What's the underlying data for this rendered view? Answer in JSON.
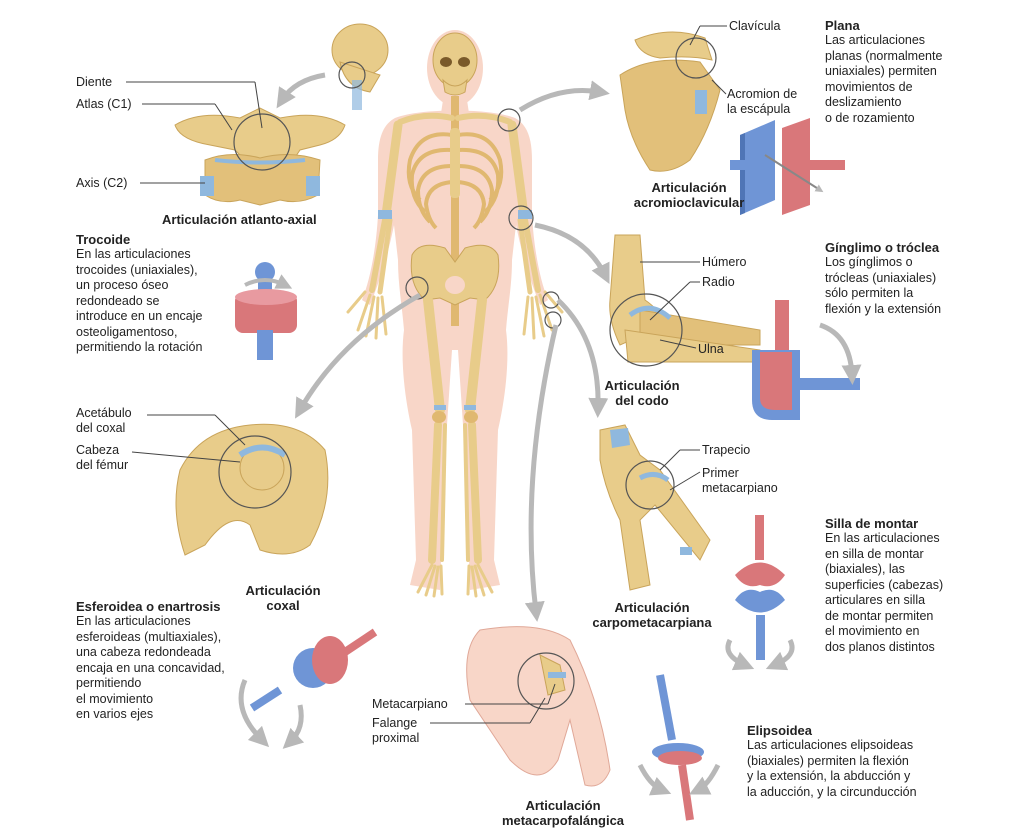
{
  "labels": {
    "diente": "Diente",
    "atlas": "Atlas (C1)",
    "axis": "Axis (C2)",
    "clavicula": "Clavícula",
    "acromion": "Acromion de\nla escápula",
    "humero": "Húmero",
    "radio": "Radio",
    "ulna": "Ulna",
    "trapecio": "Trapecio",
    "primer_metacarpiano": "Primer\nmetacarpiano",
    "acetabulo": "Acetábulo\ndel coxal",
    "cabeza_femur": "Cabeza\ndel fémur",
    "metacarpiano": "Metacarpiano",
    "falange_proximal": "Falange\nproximal"
  },
  "captions": {
    "atlanto_axial": "Articulación atlanto-axial",
    "acromioclavicular": "Articulación\nacromioclavicular",
    "codo": "Articulación\ndel codo",
    "carpometacarpiana": "Articulación\ncarpometacarpiana",
    "coxal": "Articulación\ncoxal",
    "metacarpofalangica": "Articulación\nmetacarpofalángica"
  },
  "joint_types": {
    "plana": {
      "title": "Plana",
      "text": "Las articulaciones\nplanas (normalmente\nuniaxiales) permiten\nmovimientos de\ndeslizamiento\no de rozamiento"
    },
    "trocoide": {
      "title": "Trocoide",
      "text": "En las articulaciones\ntrocoides (uniaxiales),\nun proceso óseo\nredondeado se\nintroduce en un encaje\nosteoligamentoso,\npermitiendo la rotación"
    },
    "ginglimo": {
      "title": "Gínglimo o tróclea",
      "text": "Los gínglimos o\ntrócleas (uniaxiales)\nsólo permiten la\nflexión y la extensión"
    },
    "silla": {
      "title": "Silla de montar",
      "text": "En las articulaciones\nen silla de montar\n(biaxiales), las\nsuperficies (cabezas)\narticulares en silla\nde montar permiten\nel movimiento en\ndos planos distintos"
    },
    "esferoidea": {
      "title": "Esferoidea o enartrosis",
      "text": "En las articulaciones\nesferoideas (multiaxiales),\nuna cabeza redondeada\nencaja en una concavidad,\npermitiendo\nel movimiento\nen varios ejes"
    },
    "elipsoidea": {
      "title": "Elipsoidea",
      "text": "Las articulaciones elipsoideas\n(biaxiales) permiten la flexión\ny la extensión, la abducción y\nla aducción, y la circunducción"
    }
  },
  "colors": {
    "bone": "#e8cc8a",
    "bone_dark": "#c9a45a",
    "skin": "#f8d6c8",
    "cartilage": "#8fb8de",
    "model_red": "#d9777a",
    "model_blue": "#6f95d6",
    "arrow": "#b8b8b8"
  }
}
